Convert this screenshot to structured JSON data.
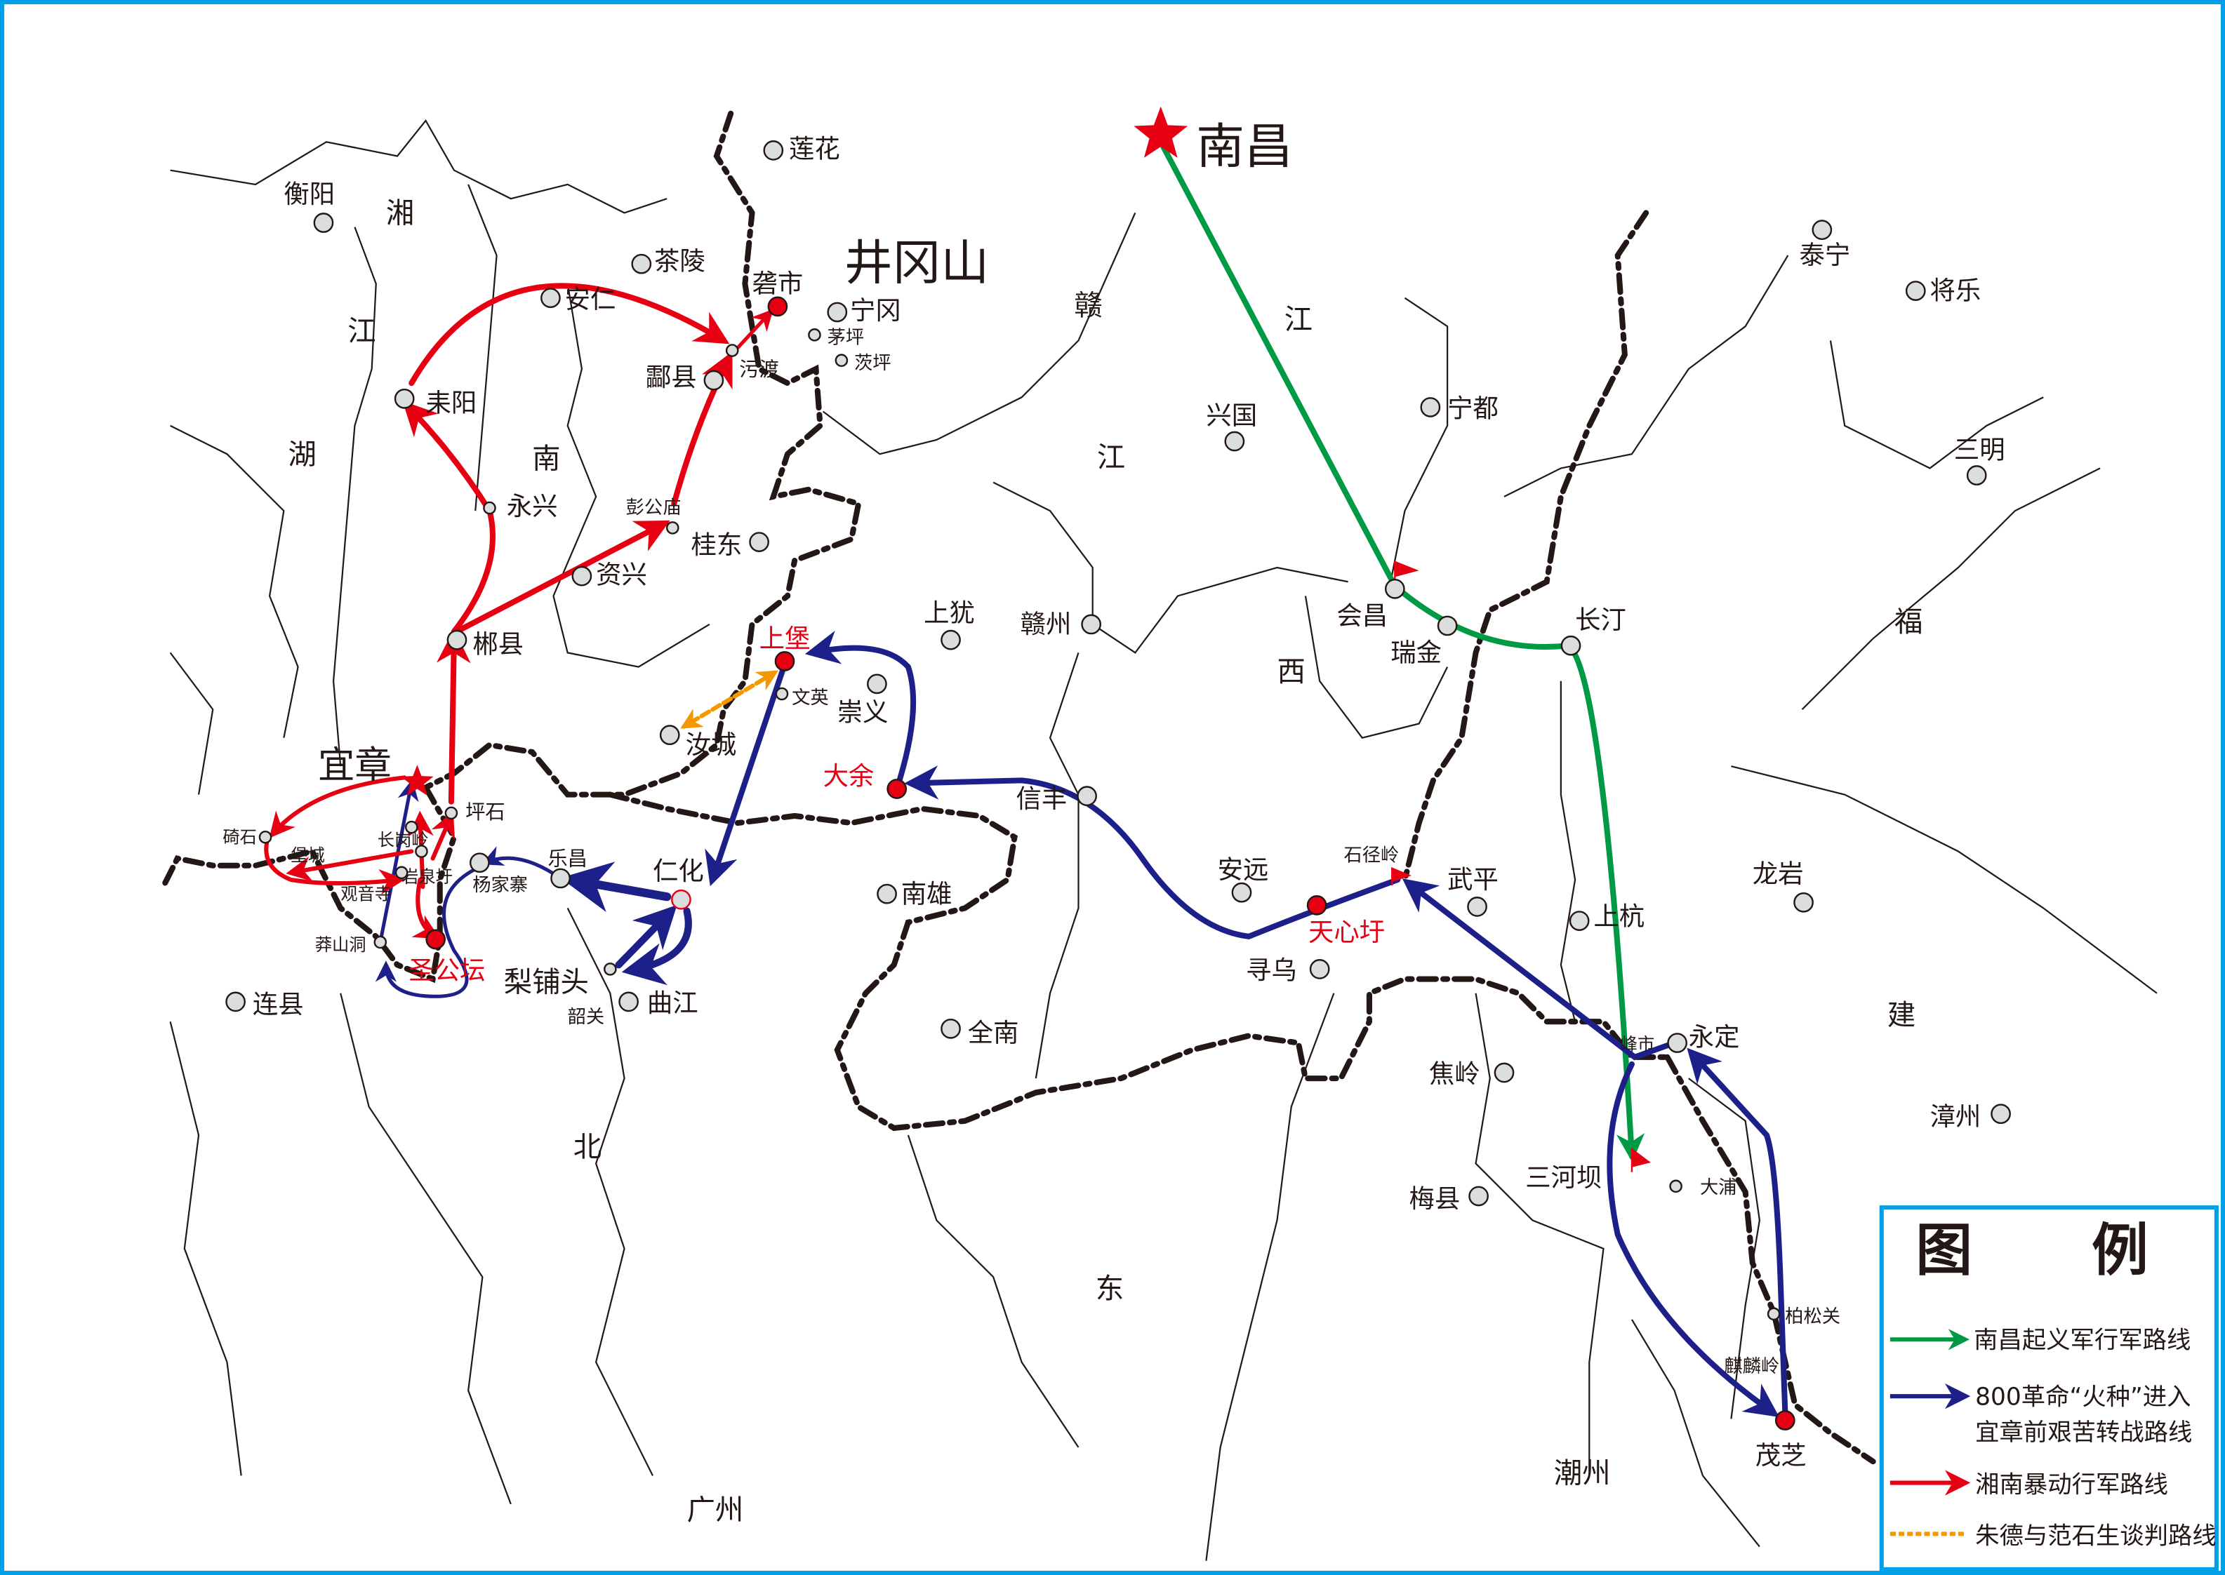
{
  "map_title": "井冈山",
  "colors": {
    "frame": "#00a0e9",
    "green_route": "#009a44",
    "blue_route": "#1d2088",
    "red_route": "#e60012",
    "orange_route": "#f39800",
    "place_dot": "#dcdddd"
  },
  "places": {
    "nanchang": "南昌",
    "lianhua": "莲花",
    "hengyang": "衡阳",
    "chaling": "茶陵",
    "anren": "安仁",
    "longshi": "砻市",
    "ninggang": "宁冈",
    "maoping": "茅坪",
    "ciping": "茨坪",
    "wudu": "污渡",
    "lingxian": "酃县",
    "leiyang": "耒阳",
    "yongxing": "永兴",
    "penggongmiao": "彭公庙",
    "guidong": "桂东",
    "zixing": "资兴",
    "chenxian": "郴县",
    "shangbao": "上堡",
    "wenying": "文英",
    "chongyi": "崇义",
    "rucheng": "汝城",
    "shangyou": "上犹",
    "ganzhou": "赣州",
    "yizhang": "宜章",
    "pingshi": "坪石",
    "qishi": "碕石",
    "baocheng": "堡城",
    "changgangling": "长岗岭",
    "yanquanxu": "岩泉圩",
    "guanyinsi": "观音寺",
    "lechang": "乐昌",
    "yangjiazhai": "杨家寨",
    "renhua": "仁化",
    "nanxiong": "南雄",
    "dayu": "大余",
    "xinfeng": "信丰",
    "anyuan": "安远",
    "tianxinxu": "天心圩",
    "shijingling": "石径岭",
    "wuping": "武平",
    "xunwu": "寻乌",
    "shenggongtan": "圣公坛",
    "mangshandong": "莽山洞",
    "lieputou": "梨铺头",
    "shaoguan": "韶关",
    "qujiang": "曲江",
    "lianxian": "连县",
    "quannan": "全南",
    "jiaoling": "焦岭",
    "meixian": "梅县",
    "sanheba": "三河坝",
    "dapu": "大浦",
    "maozhi": "茂芝",
    "baisongguan": "柏松关",
    "qilinling": "麒麟岭",
    "yongding": "永定",
    "fengshi": "峰市",
    "shanghang": "上杭",
    "longyan": "龙岩",
    "zhangzhou": "漳州",
    "changting": "长汀",
    "ruijin": "瑞金",
    "huichang": "会昌",
    "xingguo": "兴国",
    "ningdu": "宁都",
    "taining": "泰宁",
    "jiangle": "将乐",
    "sanming": "三明",
    "chaozhou": "潮州",
    "guangzhou": "广州"
  },
  "region_labels": {
    "xiang": "湘",
    "jiang1": "江",
    "hu": "湖",
    "nan": "南",
    "gan": "赣",
    "jiang2": "江",
    "jiang3": "江",
    "xi": "西",
    "fu": "福",
    "jian": "建",
    "bei": "北",
    "dong": "东"
  },
  "legend": {
    "title_1": "图",
    "title_2": "例",
    "items": [
      {
        "label": "南昌起义军行军路线"
      },
      {
        "label_line1": "800革命“火种”进入",
        "label_line2": "宜章前艰苦转战路线"
      },
      {
        "label": "湘南暴动行军路线"
      },
      {
        "label": "朱德与范石生谈判路线"
      }
    ]
  }
}
